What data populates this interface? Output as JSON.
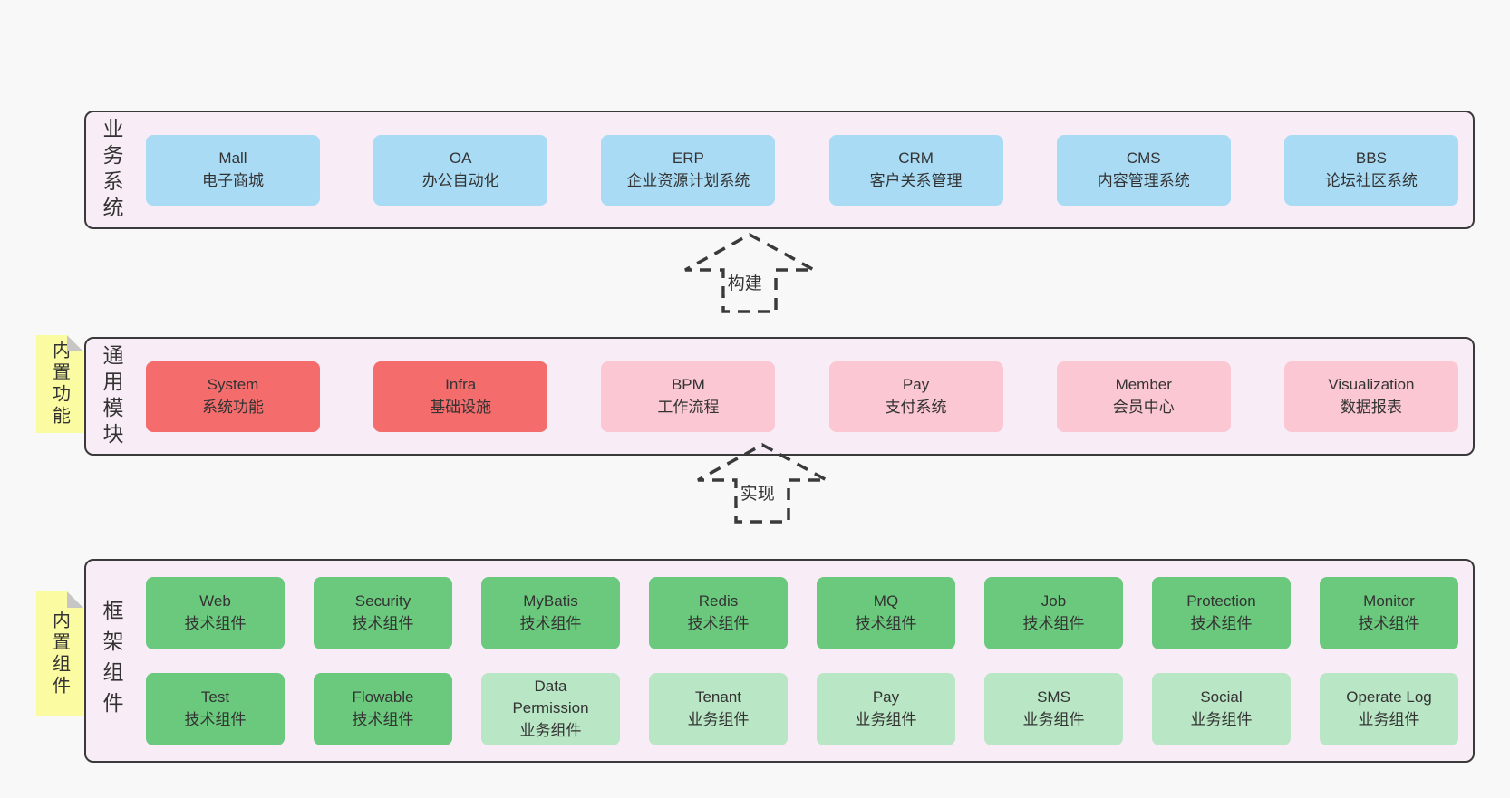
{
  "colors": {
    "page_background": "#f8f8f8",
    "layer_background": "#f8edf6",
    "layer_border": "#3a3a3a",
    "box_blue": "#a9dbf5",
    "box_red": "#f56c6c",
    "box_pink": "#fbc7d2",
    "box_green": "#6ac97c",
    "box_light_green": "#b9e6c4",
    "note_yellow": "#fbfba1",
    "note_fold_gray": "#c6c6c6",
    "text": "#333333"
  },
  "arrows": {
    "build": "构建",
    "implement": "实现"
  },
  "notes": {
    "modules": "内置功能",
    "components": "内置组件"
  },
  "layers": {
    "business": {
      "title": "业务系统",
      "boxes": [
        {
          "name": "Mall",
          "desc": "电子商城",
          "variant": "blue"
        },
        {
          "name": "OA",
          "desc": "办公自动化",
          "variant": "blue"
        },
        {
          "name": "ERP",
          "desc": "企业资源计划系统",
          "variant": "blue"
        },
        {
          "name": "CRM",
          "desc": "客户关系管理",
          "variant": "blue"
        },
        {
          "name": "CMS",
          "desc": "内容管理系统",
          "variant": "blue"
        },
        {
          "name": "BBS",
          "desc": "论坛社区系统",
          "variant": "blue"
        }
      ]
    },
    "modules": {
      "title": "通用模块",
      "boxes": [
        {
          "name": "System",
          "desc": "系统功能",
          "variant": "red"
        },
        {
          "name": "Infra",
          "desc": "基础设施",
          "variant": "red"
        },
        {
          "name": "BPM",
          "desc": "工作流程",
          "variant": "pink"
        },
        {
          "name": "Pay",
          "desc": "支付系统",
          "variant": "pink"
        },
        {
          "name": "Member",
          "desc": "会员中心",
          "variant": "pink"
        },
        {
          "name": "Visualization",
          "desc": "数据报表",
          "variant": "pink"
        }
      ]
    },
    "components": {
      "title": "框架组件",
      "rows": [
        [
          {
            "name": "Web",
            "desc": "技术组件",
            "variant": "green"
          },
          {
            "name": "Security",
            "desc": "技术组件",
            "variant": "green"
          },
          {
            "name": "MyBatis",
            "desc": "技术组件",
            "variant": "green"
          },
          {
            "name": "Redis",
            "desc": "技术组件",
            "variant": "green"
          },
          {
            "name": "MQ",
            "desc": "技术组件",
            "variant": "green"
          },
          {
            "name": "Job",
            "desc": "技术组件",
            "variant": "green"
          },
          {
            "name": "Protection",
            "desc": "技术组件",
            "variant": "green"
          },
          {
            "name": "Monitor",
            "desc": "技术组件",
            "variant": "green"
          }
        ],
        [
          {
            "name": "Test",
            "desc": "技术组件",
            "variant": "green"
          },
          {
            "name": "Flowable",
            "desc": "技术组件",
            "variant": "green"
          },
          {
            "name": "Data Permission",
            "desc": "业务组件",
            "variant": "lgreen"
          },
          {
            "name": "Tenant",
            "desc": "业务组件",
            "variant": "lgreen"
          },
          {
            "name": "Pay",
            "desc": "业务组件",
            "variant": "lgreen"
          },
          {
            "name": "SMS",
            "desc": "业务组件",
            "variant": "lgreen"
          },
          {
            "name": "Social",
            "desc": "业务组件",
            "variant": "lgreen"
          },
          {
            "name": "Operate Log",
            "desc": "业务组件",
            "variant": "lgreen"
          }
        ]
      ]
    }
  }
}
